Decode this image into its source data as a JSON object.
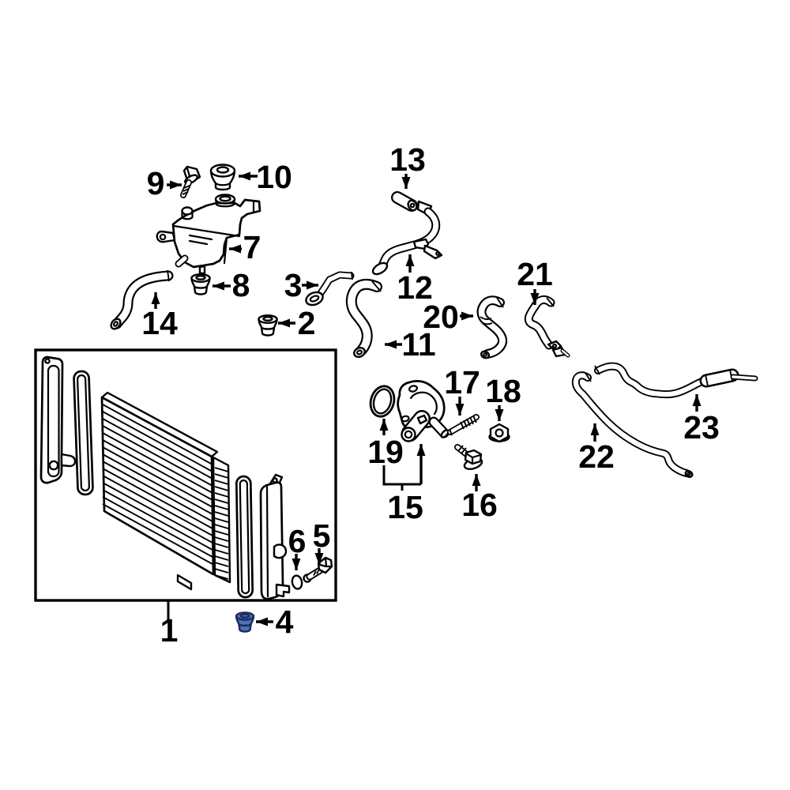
{
  "diagram": {
    "background_color": "#ffffff",
    "line_color": "#000000",
    "highlighted_part": {
      "callout": "4",
      "fill_color": "#4d72b5",
      "outline_color": "#1d2b5e"
    },
    "callouts": [
      "1",
      "2",
      "3",
      "4",
      "5",
      "6",
      "7",
      "8",
      "9",
      "10",
      "11",
      "12",
      "13",
      "14",
      "15",
      "16",
      "17",
      "18",
      "19",
      "20",
      "21",
      "22",
      "23"
    ]
  }
}
